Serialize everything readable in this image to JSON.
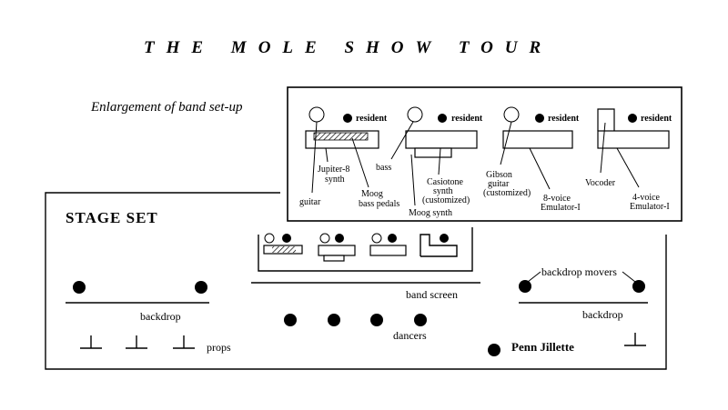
{
  "title": "THE MOLE SHOW TOUR",
  "subtitle": "Enlargement of band set-up",
  "stage": {
    "label": "STAGE SET",
    "backdrop_left": "backdrop",
    "backdrop_right": "backdrop",
    "backdrop_movers": "backdrop movers",
    "band_screen": "band screen",
    "dancers": "dancers",
    "props": "props",
    "penn": "Penn Jillette"
  },
  "enlargement": {
    "resident_labels": [
      "resident",
      "resident",
      "resident",
      "resident"
    ],
    "guitar": "guitar",
    "jupiter_1": "Jupiter-8",
    "jupiter_2": "synth",
    "moog_bass_1": "Moog",
    "moog_bass_2": "bass pedals",
    "bass": "bass",
    "casiotone_1": "Casiotone",
    "casiotone_2": "synth",
    "casiotone_3": "(customized)",
    "moog_synth": "Moog synth",
    "gibson_1": "Gibson",
    "gibson_2": "guitar",
    "gibson_3": "(customized)",
    "emu8_1": "8-voice",
    "emu8_2": "Emulator-I",
    "vocoder": "Vocoder",
    "emu4_1": "4-voice",
    "emu4_2": "Emulator-I"
  }
}
